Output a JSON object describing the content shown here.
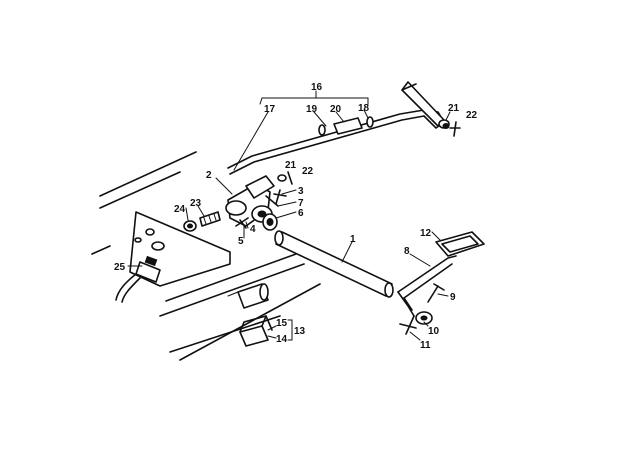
{
  "callouts": {
    "c1": "1",
    "c2": "2",
    "c3": "3",
    "c4": "4",
    "c5": "5",
    "c6": "6",
    "c7": "7",
    "c8": "8",
    "c9": "9",
    "c10": "10",
    "c11": "11",
    "c12": "12",
    "c13": "13",
    "c14": "14",
    "c15": "15",
    "c16": "16",
    "c17": "17",
    "c18": "18",
    "c19": "19",
    "c20": "20",
    "c21a": "21",
    "c22a": "22",
    "c21b": "21",
    "c22b": "22",
    "c23": "23",
    "c24": "24",
    "c25": "25"
  }
}
